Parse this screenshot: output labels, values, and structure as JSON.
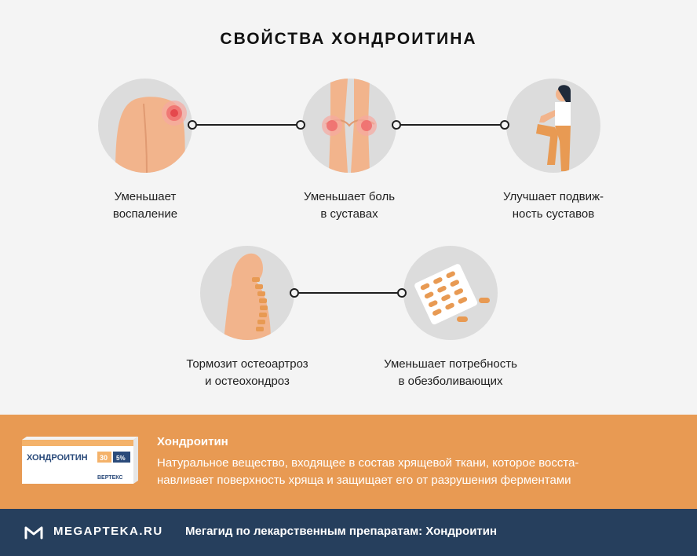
{
  "title": "СВОЙСТВА ХОНДРОИТИНА",
  "properties": [
    {
      "icon": "shoulder-pain-icon",
      "line1": "Уменьшает",
      "line2": "воспаление"
    },
    {
      "icon": "knee-pain-icon",
      "line1": "Уменьшает боль",
      "line2": "в суставах"
    },
    {
      "icon": "joint-mobility-icon",
      "line1": "Улучшает подвиж-",
      "line2": "ность суставов"
    },
    {
      "icon": "spine-icon",
      "line1": "Тормозит остеоартроз",
      "line2": "и остеохондроз"
    },
    {
      "icon": "pills-icon",
      "line1": "Уменьшает потребность",
      "line2": "в обезболивающих"
    }
  ],
  "info": {
    "title": "Хондроитин",
    "line1": "Натуральное вещество, входящее в состав хрящевой ткани, которое восста-",
    "line2": "навливает поверхность хряща и защищает его от разрушения ферментами"
  },
  "package": {
    "name": "ХОНДРОИТИН",
    "count": "30",
    "dose": "5%",
    "brand": "ВЕРТЕКС"
  },
  "footer": {
    "logo": "MEGAPTEKA.RU",
    "text": "Мегагид по лекарственным препаратам: Хондроитин"
  },
  "colors": {
    "accent": "#e89a53",
    "footer": "#263f5d",
    "skin": "#f2b48c",
    "inflammation": "#e5484d"
  }
}
